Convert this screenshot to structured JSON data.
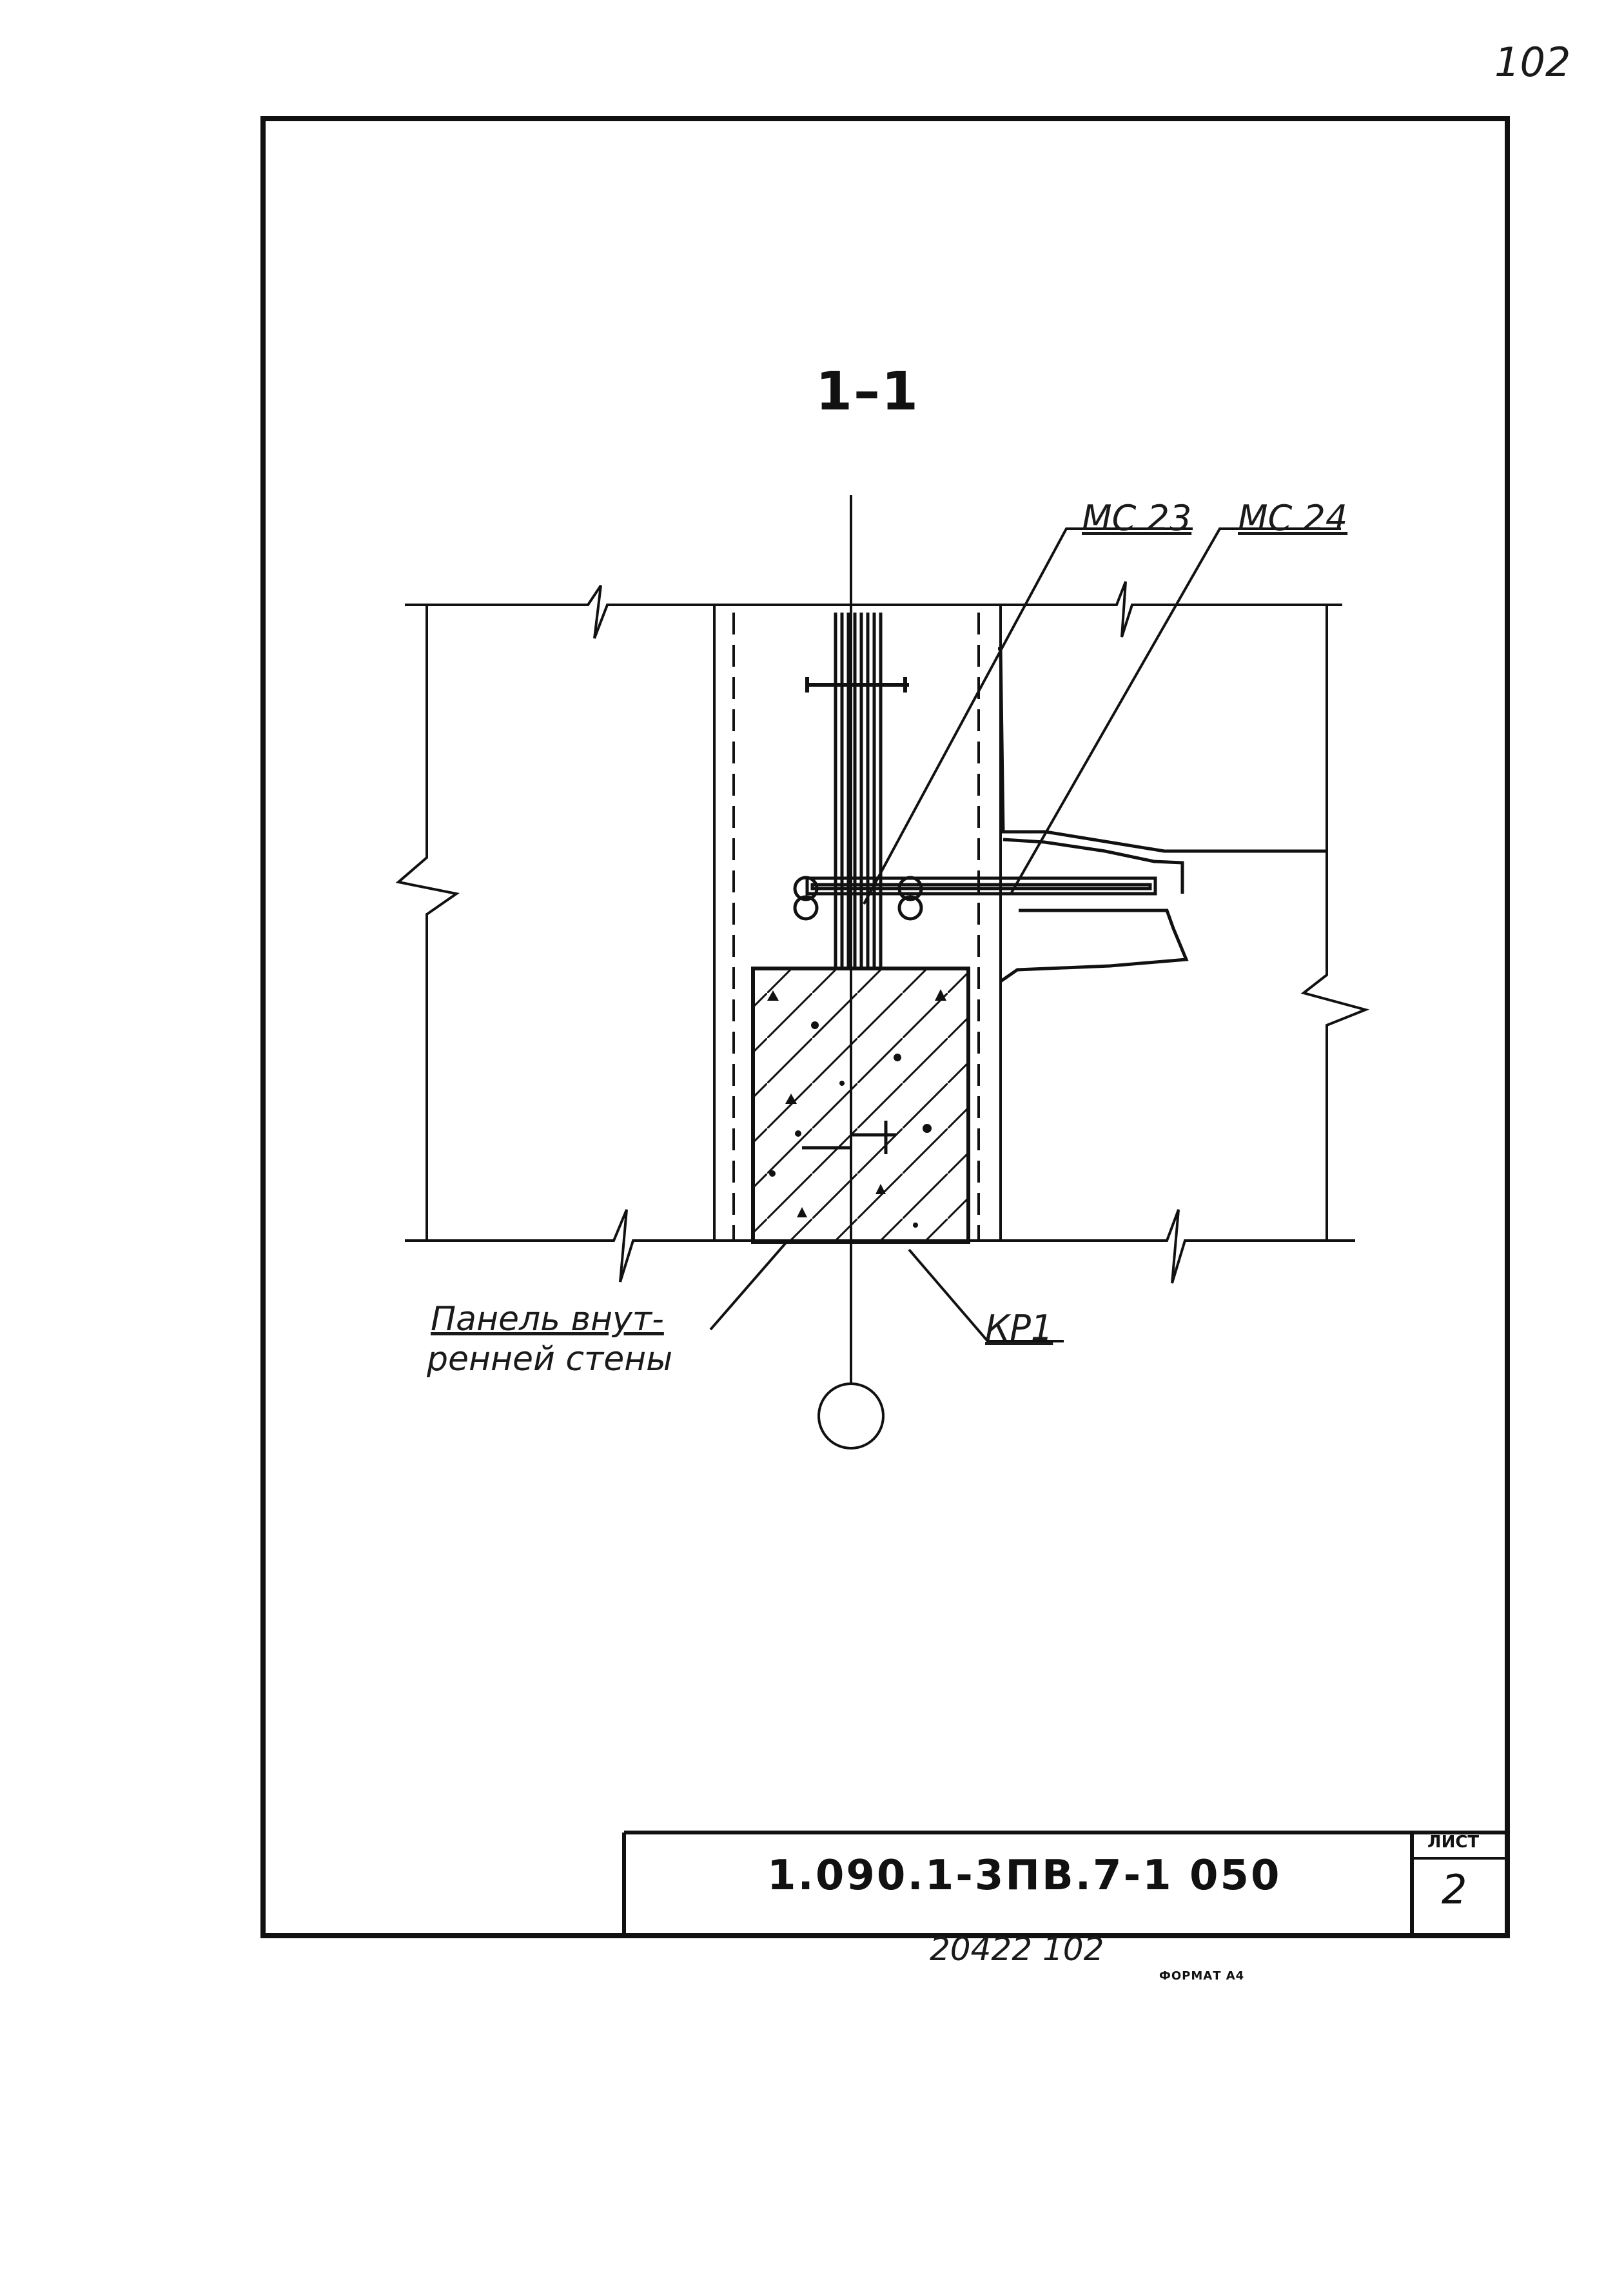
{
  "page_number": "102",
  "section_title": "1–1",
  "callouts": {
    "mc23": "МС 23",
    "mc24": "МС 24",
    "kr1": "КР1",
    "panel_line1": "Панель внут-",
    "panel_line2": "ренней стены"
  },
  "title_block": {
    "doc_code": "1.090.1-3ПВ.7-1    050",
    "sheet_label": "ЛИСТ",
    "sheet_number": "2"
  },
  "footer": {
    "archive_number": "20422    102",
    "format_label": "ФОРМАТ А4"
  }
}
